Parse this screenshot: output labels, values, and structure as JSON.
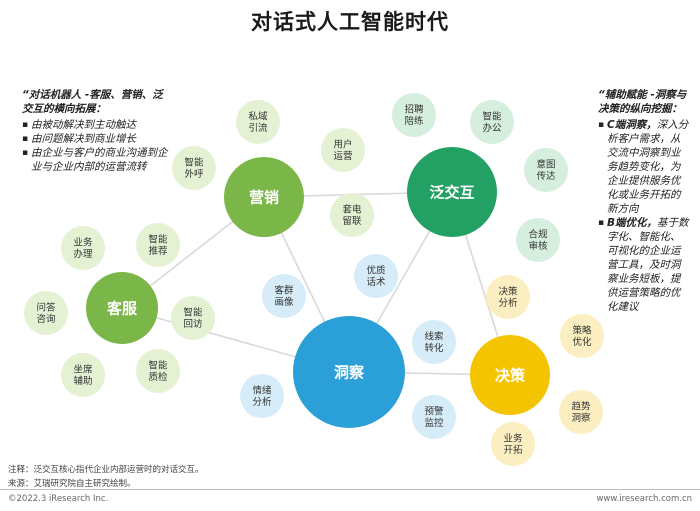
{
  "title": "对话式人工智能时代",
  "left_panel": {
    "heading": "“对话机器人 -客服、营销、泛交互的横向拓展：",
    "items": [
      "由被动解决到主动触达",
      "由问题解决到商业增长",
      "由企业与客户的商业沟通到企业与企业内部的运营流转"
    ]
  },
  "right_panel": {
    "heading": "“辅助赋能 -洞察与决策的纵向挖掘：",
    "item1_bold": "C端洞察，",
    "item1_text": "深入分析客户需求，从交流中洞察到业务趋势变化，为企业提供服务优化或业务开拓的新方向",
    "item2_bold": "B端优化，",
    "item2_text": "基于数字化、智能化、可视化的企业运营工具，及时洞察业务短板，提供运营策略的优化建议"
  },
  "colors": {
    "green_main": "#7ab648",
    "teal_main": "#23a063",
    "blue_main": "#2a9fd8",
    "yellow_main": "#f5c400",
    "green_light": "#e5f1d3",
    "teal_light": "#d5eedd",
    "blue_light": "#d6ecf8",
    "yellow_light": "#fbeec0",
    "line": "#d9d9d9"
  },
  "hubs": {
    "marketing": "营销",
    "interaction": "泛交互",
    "service": "客服",
    "insight": "洞察",
    "decision": "决策"
  },
  "satellites": {
    "private_domain": [
      "私域",
      "引流"
    ],
    "smart_outbound": [
      "智能",
      "外呼"
    ],
    "user_ops": [
      "用户",
      "运营"
    ],
    "telemarketing": [
      "套电",
      "留联"
    ],
    "recruit_training": [
      "招聘",
      "陪练"
    ],
    "smart_office": [
      "智能",
      "办公"
    ],
    "intent_delivery": [
      "意图",
      "传达"
    ],
    "contract_audit": [
      "合规",
      "审核"
    ],
    "business_handling": [
      "业务",
      "办理"
    ],
    "smart_recommend": [
      "智能",
      "推荐"
    ],
    "qa_consult": [
      "问答",
      "咨询"
    ],
    "smart_callback": [
      "智能",
      "回访"
    ],
    "agent_assist": [
      "坐席",
      "辅助"
    ],
    "smart_qc": [
      "智能",
      "质检"
    ],
    "customer_profile": [
      "客群",
      "画像"
    ],
    "quality_script": [
      "优质",
      "话术"
    ],
    "emotion_analysis": [
      "情绪",
      "分析"
    ],
    "lead_conversion": [
      "线索",
      "转化"
    ],
    "alert_monitor": [
      "预警",
      "监控"
    ],
    "decision_analysis": [
      "决策",
      "分析"
    ],
    "strategy_opt": [
      "策略",
      "优化"
    ],
    "trend_insight": [
      "趋势",
      "洞察"
    ],
    "business_expand": [
      "业务",
      "开拓"
    ]
  },
  "footnote_note": "注释：泛交互核心指代企业内部运营时的对话交互。",
  "footnote_source": "来源：艾瑞研究院自主研究绘制。",
  "copyright": "©2022.3 iResearch Inc.",
  "website": "www.iresearch.com.cn"
}
